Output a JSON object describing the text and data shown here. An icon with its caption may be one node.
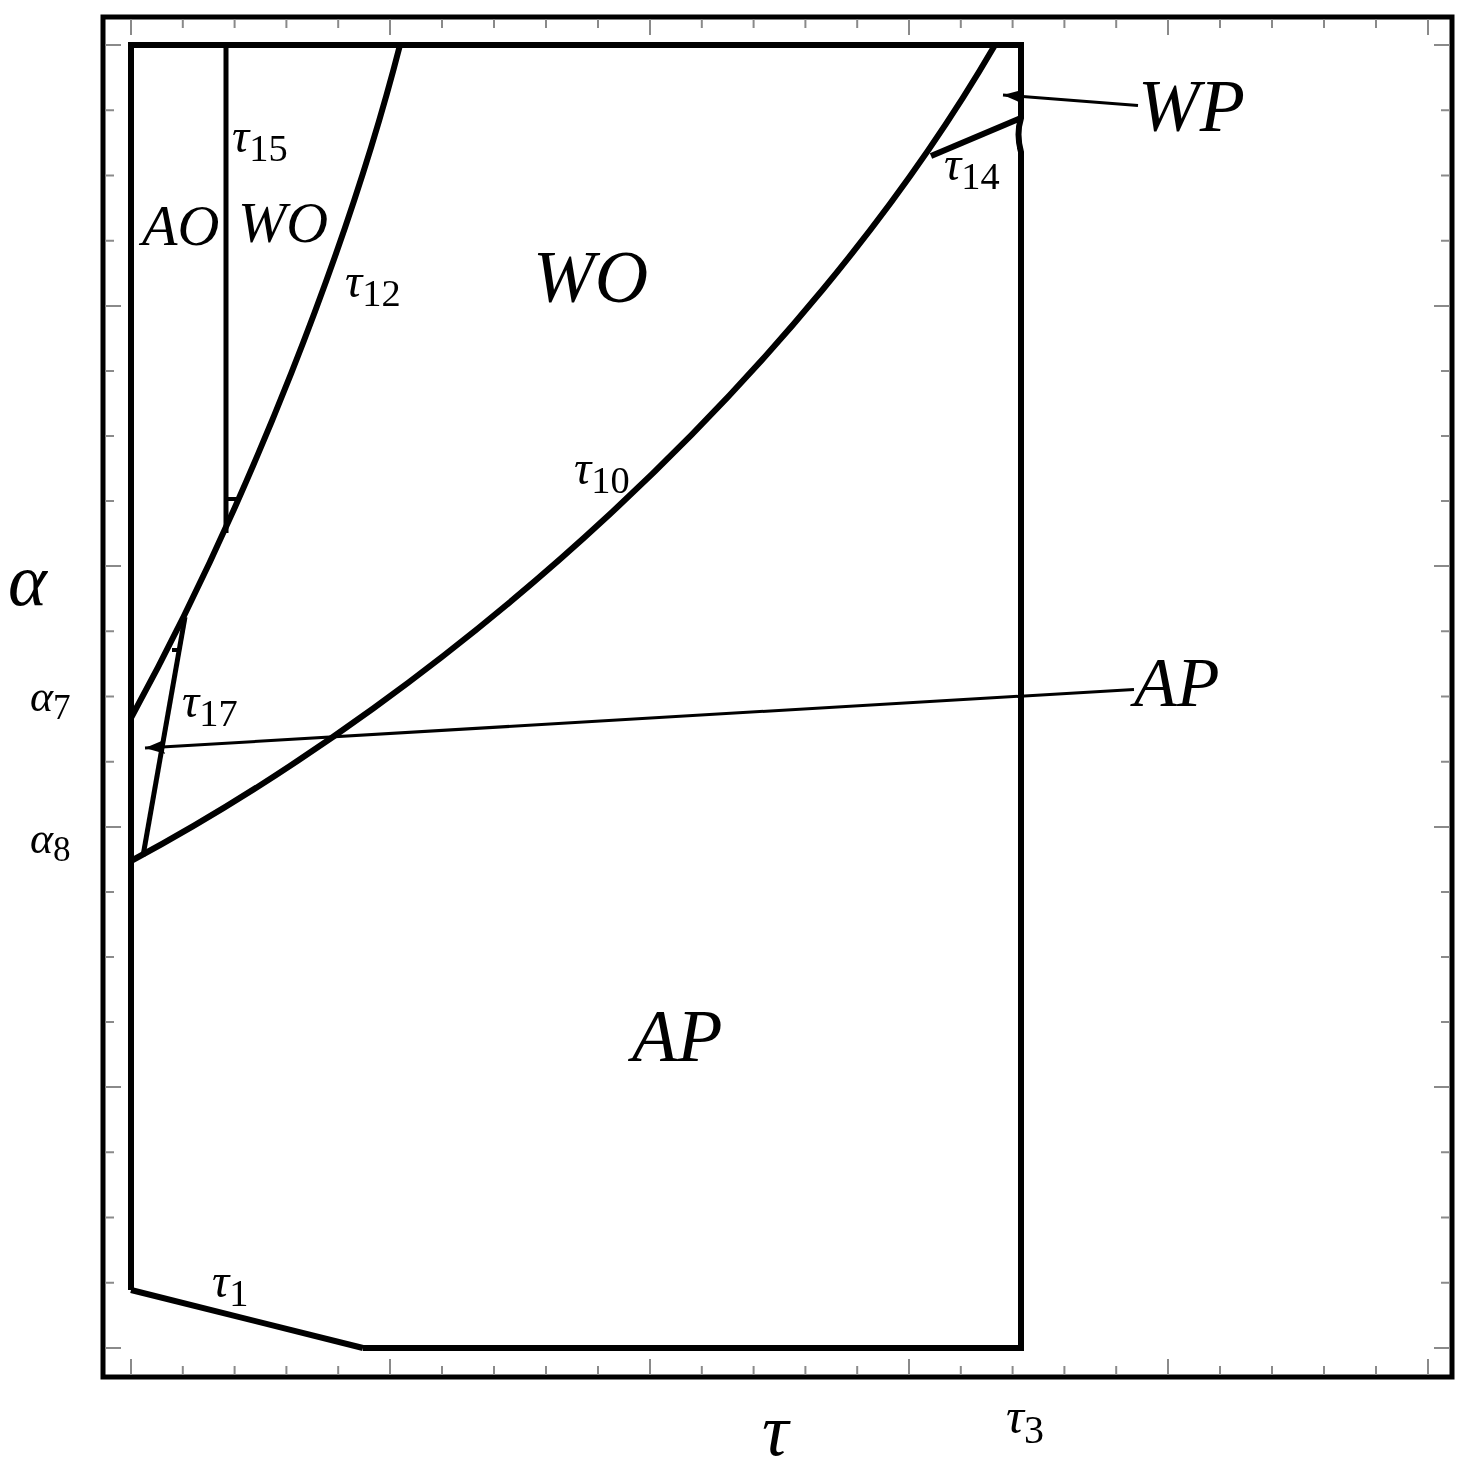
{
  "diagram": {
    "nodes": [
      {
        "text": [
          "WP"
        ]
      },
      {
        "text": [
          "AP"
        ]
      }
    ],
    "edges": [
      {
        "from": 0,
        "to": null,
        "arrow": "to"
      },
      {
        "from": 1,
        "to": null,
        "arrow": "to"
      }
    ],
    "labels": [
      "τ$_{15}$",
      "τ$_{14}$",
      "AO",
      "WO",
      "τ$_{12}$",
      "WO",
      "τ$_{10}$",
      "α",
      "α$_{7}$",
      "τ$_{17}$",
      "α$_{8}$",
      "AP",
      "τ$_{1}$",
      "τ",
      "τ$_{3}$"
    ]
  }
}
